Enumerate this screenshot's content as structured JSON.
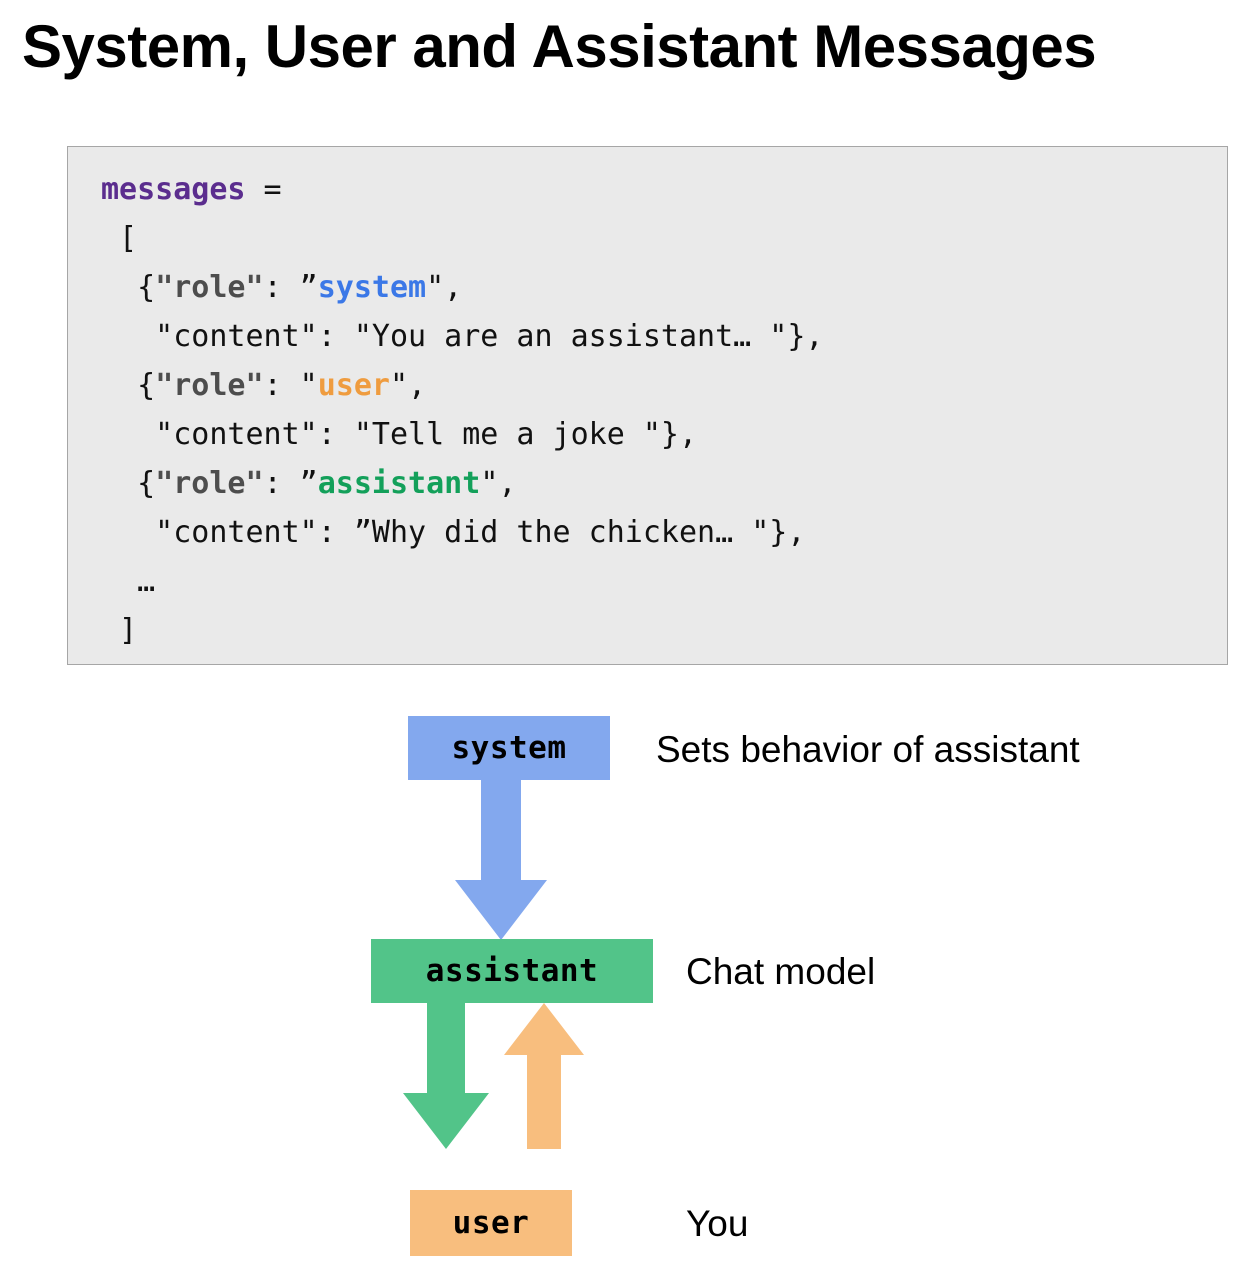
{
  "title": "System, User and Assistant Messages",
  "code": {
    "lines": [
      {
        "segments": [
          {
            "text": "messages",
            "style": "var"
          },
          {
            "text": " =",
            "style": "plain"
          }
        ]
      },
      {
        "segments": [
          {
            "text": " [",
            "style": "plain"
          }
        ]
      },
      {
        "segments": [
          {
            "text": "  {",
            "style": "plain"
          },
          {
            "text": "\"role\"",
            "style": "key"
          },
          {
            "text": ": ”",
            "style": "plain"
          },
          {
            "text": "system",
            "style": "system"
          },
          {
            "text": "\",",
            "style": "plain"
          }
        ]
      },
      {
        "segments": [
          {
            "text": "   \"content\": \"You are an assistant… \"},",
            "style": "plain"
          }
        ]
      },
      {
        "segments": [
          {
            "text": "  {",
            "style": "plain"
          },
          {
            "text": "\"role\"",
            "style": "key"
          },
          {
            "text": ": \"",
            "style": "plain"
          },
          {
            "text": "user",
            "style": "user"
          },
          {
            "text": "\",",
            "style": "plain"
          }
        ]
      },
      {
        "segments": [
          {
            "text": "   \"content\": \"Tell me a joke \"},",
            "style": "plain"
          }
        ]
      },
      {
        "segments": [
          {
            "text": "  {",
            "style": "plain"
          },
          {
            "text": "\"role\"",
            "style": "key"
          },
          {
            "text": ": ”",
            "style": "plain"
          },
          {
            "text": "assistant",
            "style": "asst"
          },
          {
            "text": "\",",
            "style": "plain"
          }
        ]
      },
      {
        "segments": [
          {
            "text": "   \"content\": ”Why did the chicken… \"},",
            "style": "plain"
          }
        ]
      },
      {
        "segments": [
          {
            "text": "  …",
            "style": "plain"
          }
        ]
      },
      {
        "segments": [
          {
            "text": " ]",
            "style": "plain"
          }
        ]
      }
    ]
  },
  "diagram": {
    "nodes": [
      {
        "role": "system",
        "label": "system",
        "description": "Sets behavior of assistant",
        "color": "#83a8ee"
      },
      {
        "role": "assistant",
        "label": "assistant",
        "description": "Chat model",
        "color": "#52c489"
      },
      {
        "role": "user",
        "label": "user",
        "description": "You",
        "color": "#f8be7e"
      }
    ],
    "arrows": [
      {
        "name": "system-to-assistant",
        "direction": "down",
        "color": "#83a8ee"
      },
      {
        "name": "assistant-to-user",
        "direction": "down",
        "color": "#52c489"
      },
      {
        "name": "user-to-assistant",
        "direction": "up",
        "color": "#f8be7e"
      }
    ]
  }
}
